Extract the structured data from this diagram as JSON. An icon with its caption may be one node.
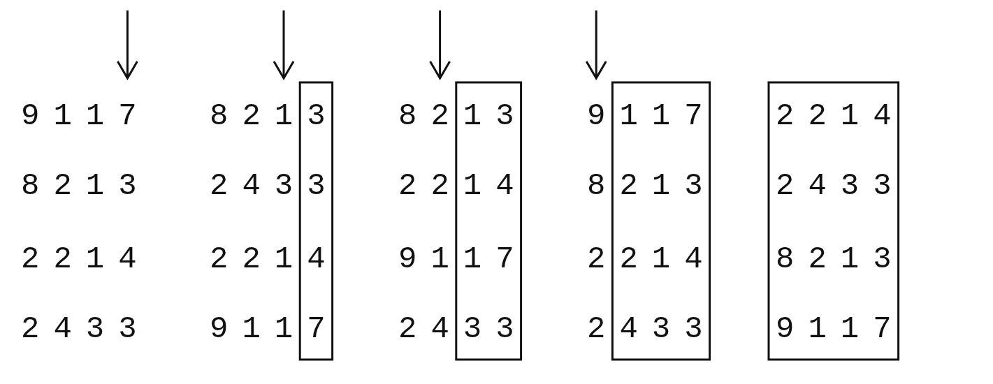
{
  "diagram": {
    "nodes": [
      {
        "text": [],
        "shape": "box"
      },
      {
        "text": [],
        "shape": "box"
      },
      {
        "text": [],
        "shape": "box"
      },
      {
        "text": [],
        "shape": "box"
      }
    ],
    "labels": [
      "9117",
      "8213",
      "2214",
      "2433",
      "8213",
      "2433",
      "2214",
      "9117",
      "8213",
      "2214",
      "9117",
      "2433",
      "9117",
      "8213",
      "2214",
      "2433",
      "2214",
      "2433",
      "8213",
      "9117"
    ]
  }
}
